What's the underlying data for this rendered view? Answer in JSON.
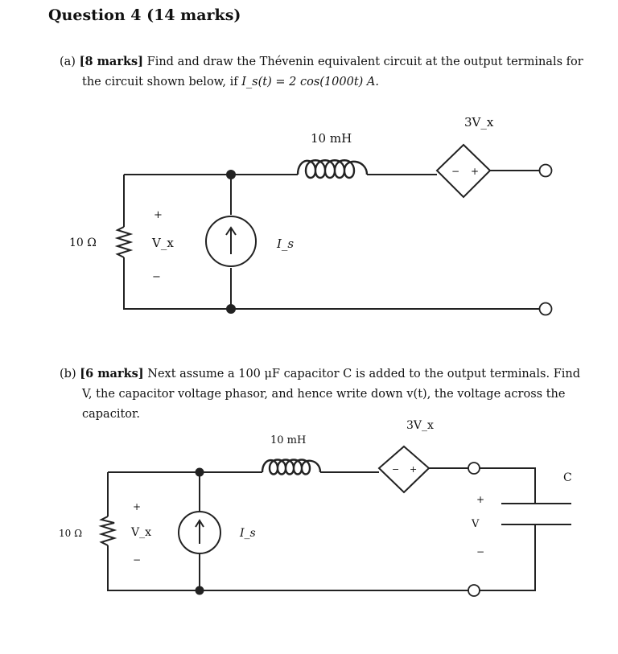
{
  "question": {
    "title": "Question 4 (14 marks)"
  },
  "part_a": {
    "label": "(a)",
    "marks": "[8 marks]",
    "text_1": "Find and draw the Thévenin equivalent circuit at the output terminals for the circuit shown below, if ",
    "formula": "I_s(t) = 2 cos(1000t) A.",
    "circuit": {
      "resistor_label": "10 Ω",
      "inductor_label": "10 mH",
      "dependent_source_label": "3V_x",
      "current_source_label": "I_s",
      "voltage_label": "V_x",
      "plus": "+",
      "minus": "−"
    }
  },
  "part_b": {
    "label": "(b)",
    "marks": "[6 marks]",
    "text_1": "Next assume a 100 μF capacitor C is added to the output terminals. Find V, the capacitor voltage phasor, and hence write down v(t), the voltage across the capacitor.",
    "circuit": {
      "resistor_label": "10 Ω",
      "inductor_label": "10 mH",
      "dependent_source_label": "3V_x",
      "current_source_label": "I_s",
      "voltage_label": "V_x",
      "capacitor_label": "C",
      "output_voltage_label": "V",
      "plus": "+",
      "minus": "−"
    }
  }
}
